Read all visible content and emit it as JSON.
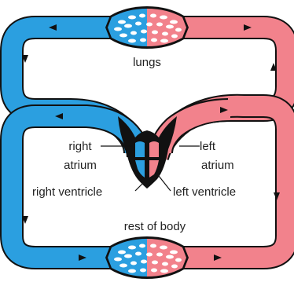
{
  "colors": {
    "venous": "#2b9fe0",
    "arterial": "#f2828c",
    "outline": "#111111",
    "heart": "#111111",
    "background": "#ffffff"
  },
  "labels": {
    "lungs": "lungs",
    "right_atrium_line1": "right",
    "right_atrium_line2": "atrium",
    "left_atrium_line1": "left",
    "left_atrium_line2": "atrium",
    "right_ventricle": "right ventricle",
    "left_ventricle": "left ventricle",
    "rest_of_body": "rest of body"
  },
  "icons": [
    "arrowhead",
    "capillary-bed",
    "heart"
  ]
}
